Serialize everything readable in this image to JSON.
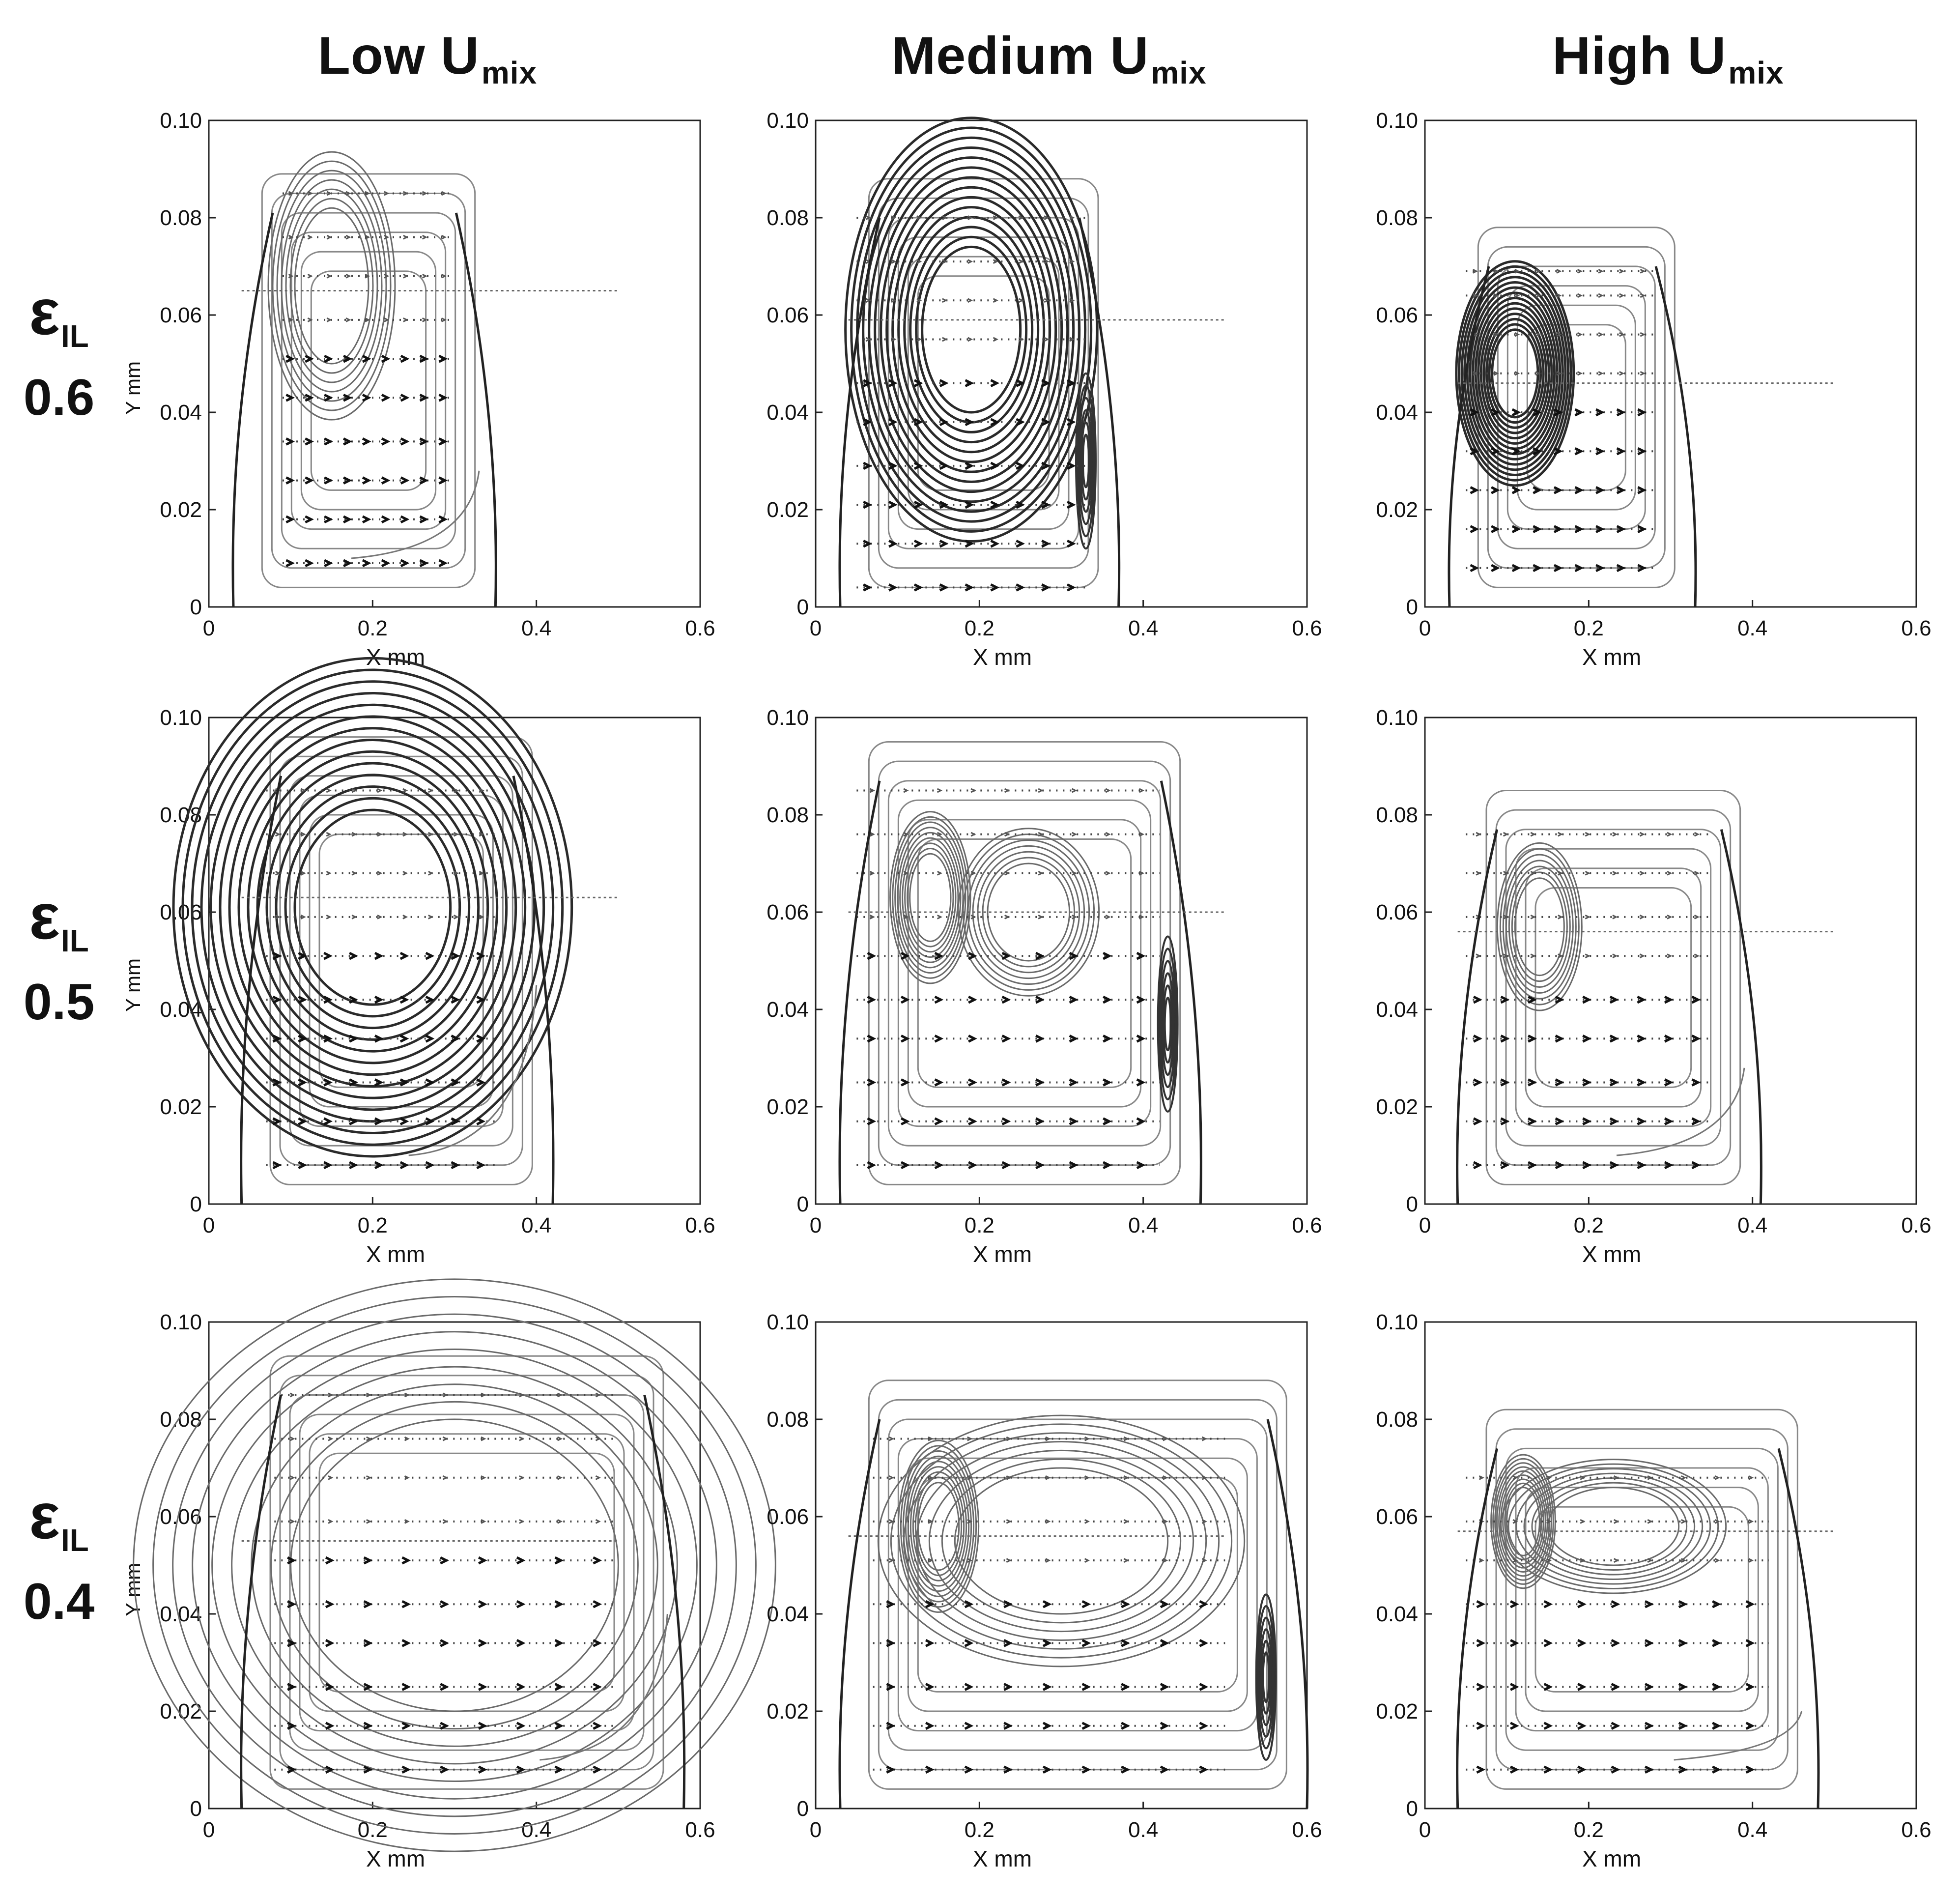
{
  "columns": [
    {
      "prefix": "Low U",
      "sub": "mix"
    },
    {
      "prefix": "Medium U",
      "sub": "mix"
    },
    {
      "prefix": "High U",
      "sub": "mix"
    }
  ],
  "rows": [
    {
      "symbol": "ε",
      "sub": "IL",
      "value": "0.6"
    },
    {
      "symbol": "ε",
      "sub": "IL",
      "value": "0.5"
    },
    {
      "symbol": "ε",
      "sub": "IL",
      "value": "0.4"
    }
  ],
  "axes": {
    "xlabel": "X mm",
    "ylabel": "Y mm",
    "xlim": [
      0,
      0.6
    ],
    "ylim": [
      0,
      0.1
    ],
    "xticks": [
      "0",
      "0.2",
      "0.4",
      "0.6"
    ],
    "yticks": [
      "0",
      "0.02",
      "0.04",
      "0.06",
      "0.08",
      "0.10"
    ],
    "ylabel_shown_col": 0
  },
  "chart_data": [
    {
      "type": "scatter",
      "row": 0,
      "col": 0,
      "wall_left": 0.03,
      "wall_right": 0.35,
      "wall_top": 0.081,
      "refline_y": 0.065,
      "refline_x_end": 0.5,
      "vortices": [
        {
          "cx": 0.15,
          "cy": 0.066,
          "rx": 0.045,
          "ry": 0.016,
          "strength": "weak"
        }
      ],
      "side_cell": null,
      "vector_rows_y": [
        0.009,
        0.018,
        0.026,
        0.034,
        0.043,
        0.051,
        0.059,
        0.068,
        0.076,
        0.085
      ],
      "vector_x_range": [
        0.09,
        0.3
      ],
      "curl_y": 0.028
    },
    {
      "type": "scatter",
      "row": 0,
      "col": 1,
      "wall_left": 0.03,
      "wall_right": 0.37,
      "wall_top": 0.08,
      "refline_y": 0.059,
      "refline_x_end": 0.5,
      "vortices": [
        {
          "cx": 0.19,
          "cy": 0.057,
          "rx": 0.06,
          "ry": 0.017,
          "strength": "strong"
        }
      ],
      "side_cell": {
        "cx": 0.33,
        "cy": 0.03,
        "rx": 0.012,
        "ry": 0.018
      },
      "vector_rows_y": [
        0.004,
        0.013,
        0.021,
        0.029,
        0.038,
        0.046,
        0.055,
        0.063,
        0.071,
        0.08
      ],
      "vector_x_range": [
        0.05,
        0.33
      ],
      "curl_y": null
    },
    {
      "type": "scatter",
      "row": 0,
      "col": 2,
      "wall_left": 0.03,
      "wall_right": 0.33,
      "wall_top": 0.07,
      "refline_y": 0.046,
      "refline_x_end": 0.5,
      "vortices": [
        {
          "cx": 0.11,
          "cy": 0.048,
          "rx": 0.028,
          "ry": 0.009,
          "strength": "strong"
        }
      ],
      "side_cell": null,
      "vector_rows_y": [
        0.008,
        0.016,
        0.024,
        0.032,
        0.04,
        0.048,
        0.056,
        0.064,
        0.069
      ],
      "vector_x_range": [
        0.05,
        0.28
      ],
      "curl_y": null
    },
    {
      "type": "scatter",
      "row": 1,
      "col": 0,
      "wall_left": 0.04,
      "wall_right": 0.42,
      "wall_top": 0.088,
      "refline_y": 0.063,
      "refline_x_end": 0.5,
      "vortices": [
        {
          "cx": 0.2,
          "cy": 0.061,
          "rx": 0.095,
          "ry": 0.02,
          "strength": "strong"
        }
      ],
      "side_cell": null,
      "vector_rows_y": [
        0.008,
        0.017,
        0.025,
        0.034,
        0.042,
        0.051,
        0.059,
        0.068,
        0.076,
        0.085
      ],
      "vector_x_range": [
        0.07,
        0.35
      ],
      "curl_y": 0.045
    },
    {
      "type": "scatter",
      "row": 1,
      "col": 1,
      "wall_left": 0.03,
      "wall_right": 0.47,
      "wall_top": 0.087,
      "refline_y": 0.06,
      "refline_x_end": 0.5,
      "vortices": [
        {
          "cx": 0.14,
          "cy": 0.063,
          "rx": 0.025,
          "ry": 0.009,
          "strength": "medium"
        },
        {
          "cx": 0.26,
          "cy": 0.06,
          "rx": 0.05,
          "ry": 0.01,
          "strength": "weak"
        }
      ],
      "side_cell": {
        "cx": 0.43,
        "cy": 0.037,
        "rx": 0.012,
        "ry": 0.018
      },
      "vector_rows_y": [
        0.008,
        0.017,
        0.025,
        0.034,
        0.042,
        0.051,
        0.059,
        0.068,
        0.076,
        0.085
      ],
      "vector_x_range": [
        0.05,
        0.42
      ],
      "curl_y": null
    },
    {
      "type": "scatter",
      "row": 1,
      "col": 2,
      "wall_left": 0.04,
      "wall_right": 0.41,
      "wall_top": 0.077,
      "refline_y": 0.056,
      "refline_x_end": 0.5,
      "vortices": [
        {
          "cx": 0.14,
          "cy": 0.057,
          "rx": 0.03,
          "ry": 0.01,
          "strength": "weak"
        }
      ],
      "side_cell": null,
      "vector_rows_y": [
        0.008,
        0.017,
        0.025,
        0.034,
        0.042,
        0.051,
        0.059,
        0.068,
        0.076
      ],
      "vector_x_range": [
        0.05,
        0.35
      ],
      "curl_y": 0.028
    },
    {
      "type": "scatter",
      "row": 2,
      "col": 0,
      "wall_left": 0.04,
      "wall_right": 0.58,
      "wall_top": 0.085,
      "refline_y": 0.055,
      "refline_x_end": 0.5,
      "vortices": [
        {
          "cx": 0.3,
          "cy": 0.05,
          "rx": 0.2,
          "ry": 0.03,
          "strength": "medium"
        }
      ],
      "side_cell": null,
      "vector_rows_y": [
        0.008,
        0.017,
        0.025,
        0.034,
        0.042,
        0.051,
        0.059,
        0.068,
        0.076,
        0.085
      ],
      "vector_x_range": [
        0.08,
        0.5
      ],
      "curl_y": 0.04
    },
    {
      "type": "scatter",
      "row": 2,
      "col": 1,
      "wall_left": 0.03,
      "wall_right": 0.6,
      "wall_top": 0.08,
      "refline_y": 0.056,
      "refline_x_end": 0.5,
      "vortices": [
        {
          "cx": 0.15,
          "cy": 0.058,
          "rx": 0.025,
          "ry": 0.009,
          "strength": "medium"
        },
        {
          "cx": 0.3,
          "cy": 0.055,
          "rx": 0.13,
          "ry": 0.015,
          "strength": "weak"
        }
      ],
      "side_cell": {
        "cx": 0.55,
        "cy": 0.027,
        "rx": 0.012,
        "ry": 0.017
      },
      "vector_rows_y": [
        0.008,
        0.017,
        0.025,
        0.034,
        0.042,
        0.051,
        0.059,
        0.068,
        0.076
      ],
      "vector_x_range": [
        0.07,
        0.5
      ],
      "curl_y": null
    },
    {
      "type": "scatter",
      "row": 2,
      "col": 2,
      "wall_left": 0.04,
      "wall_right": 0.48,
      "wall_top": 0.074,
      "refline_y": 0.057,
      "refline_x_end": 0.5,
      "vortices": [
        {
          "cx": 0.12,
          "cy": 0.059,
          "rx": 0.02,
          "ry": 0.007,
          "strength": "medium"
        },
        {
          "cx": 0.23,
          "cy": 0.058,
          "rx": 0.08,
          "ry": 0.008,
          "strength": "weak"
        }
      ],
      "side_cell": null,
      "vector_rows_y": [
        0.008,
        0.017,
        0.025,
        0.034,
        0.042,
        0.051,
        0.059,
        0.068
      ],
      "vector_x_range": [
        0.05,
        0.42
      ],
      "curl_y": 0.02
    }
  ]
}
